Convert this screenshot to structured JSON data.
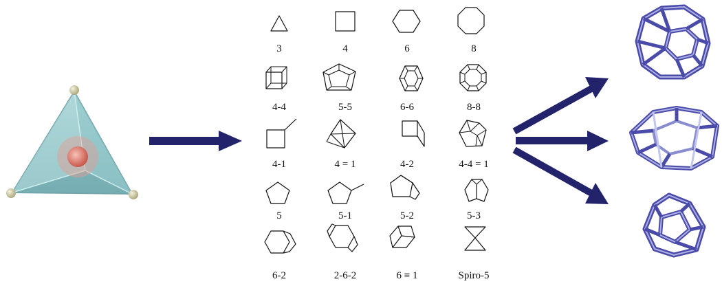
{
  "figure": {
    "sbu_grid": {
      "rows": [
        [
          "3",
          "4",
          "6",
          "8"
        ],
        [
          "4-4",
          "5-5",
          "6-6",
          "8-8"
        ],
        [
          "4-1",
          "4 = 1",
          "4-2",
          "4-4 = 1"
        ],
        [
          "5",
          "5-1",
          "5-2",
          "5-3"
        ],
        [
          "6-2",
          "2-6-2",
          "6 ≡ 1",
          "Spiro-5"
        ]
      ]
    },
    "colors": {
      "arrow": "#23236b",
      "tetra_face": "#8fc3c7",
      "tetra_center": "#d9756a",
      "tetra_vertex": "#c8c39a",
      "cage_stroke": "#4a4aa8"
    },
    "icons": {
      "left": "tetrahedral-unit-icon",
      "right": [
        "zeolite-cage-1-icon",
        "zeolite-cage-2-icon",
        "zeolite-cage-3-icon"
      ]
    }
  }
}
